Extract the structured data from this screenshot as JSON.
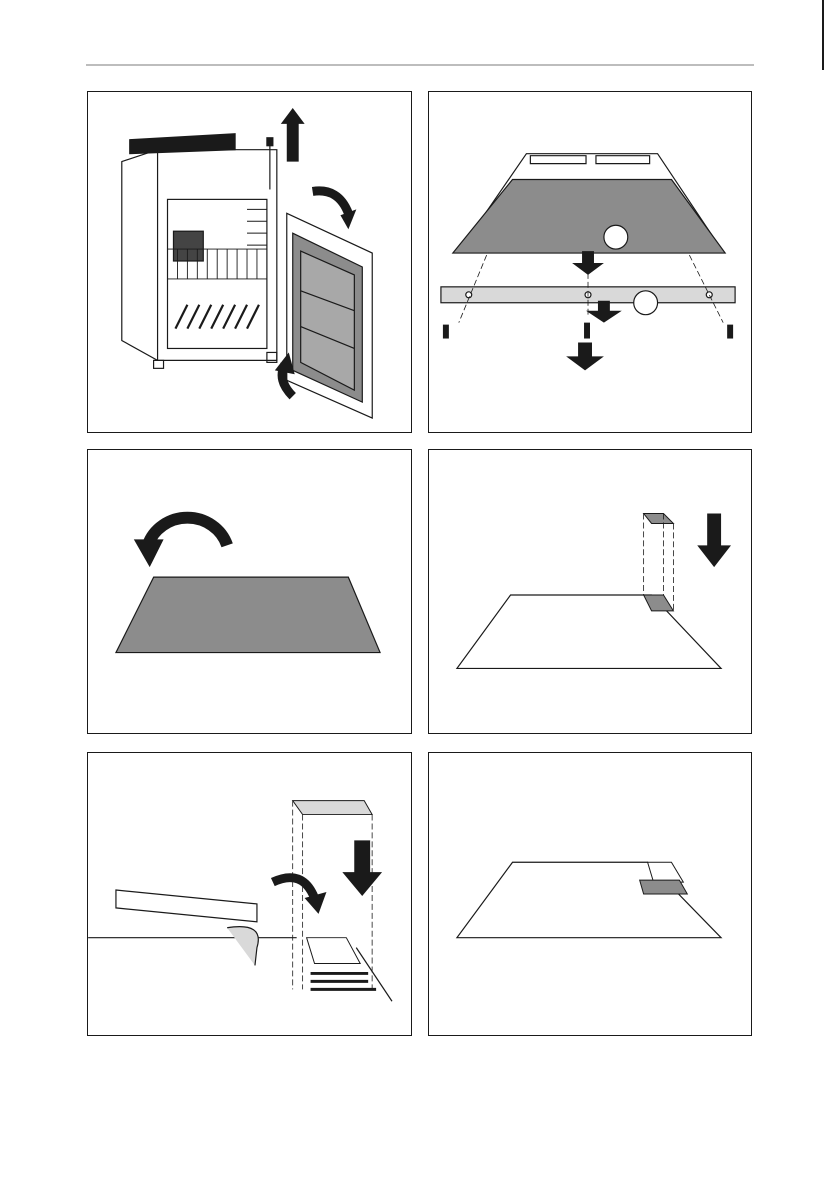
{
  "page": {
    "header_rule": true,
    "panels": [
      {
        "id": "p1",
        "name": "fridge-door-removal-figure"
      },
      {
        "id": "p2",
        "name": "door-panel-rail-removal-figure"
      },
      {
        "id": "p3",
        "name": "panel-flip-figure"
      },
      {
        "id": "p4",
        "name": "corner-clip-placement-figure"
      },
      {
        "id": "p5",
        "name": "adhesive-tape-application-figure"
      },
      {
        "id": "p6",
        "name": "finished-panel-figure"
      }
    ]
  },
  "colors": {
    "line": "#1a1a1a",
    "panel_fill": "#8c8c8c",
    "light_fill": "#d9d9d9",
    "background": "#ffffff"
  },
  "icons": [
    "arrow-up-icon",
    "arrow-down-icon",
    "curved-arrow-icon",
    "screw-icon"
  ]
}
